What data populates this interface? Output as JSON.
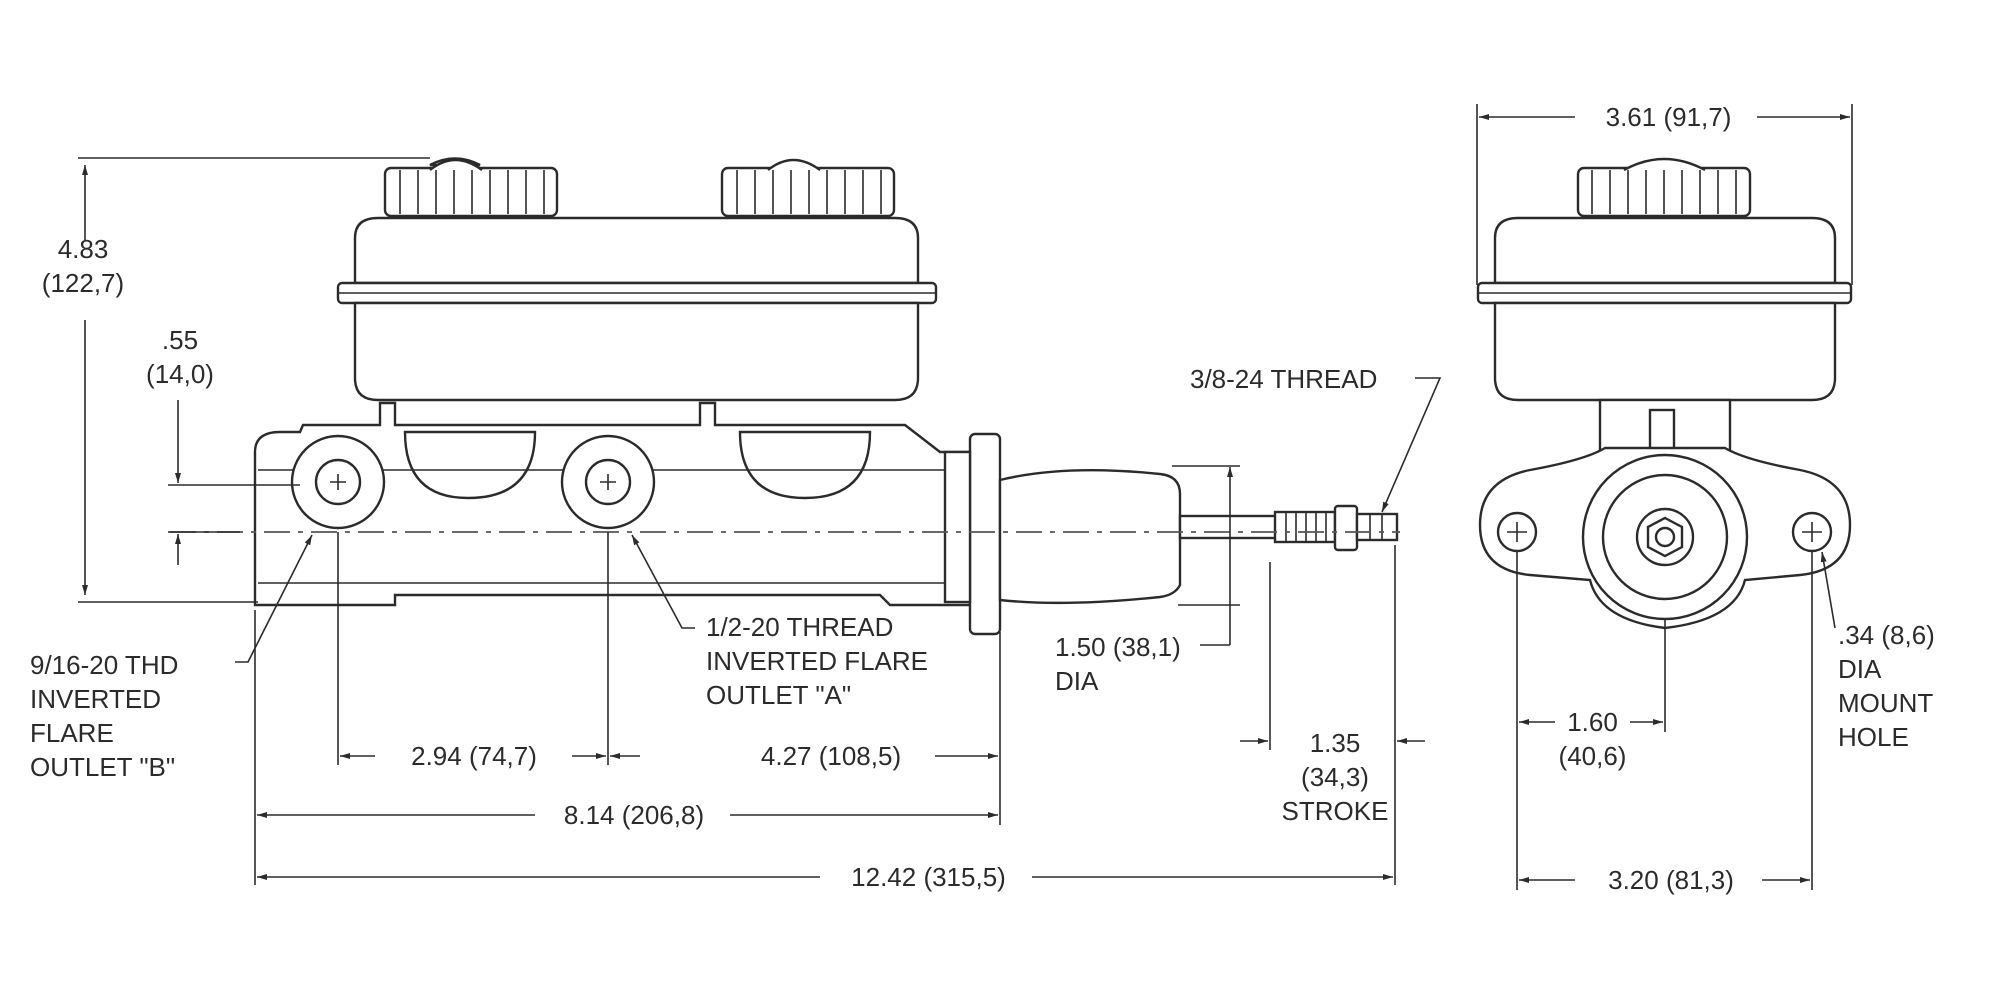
{
  "dimensions": {
    "height_overall": "4.83\n(122,7)",
    "outlet_offset": ".55\n(14,0)",
    "thread_rod": "3/8-24 THREAD",
    "outlet_b": "9/16-20 THD\nINVERTED\nFLARE\nOUTLET \"B\"",
    "outlet_a": "1/2-20 THREAD\nINVERTED FLARE\nOUTLET \"A\"",
    "bore_dia": "1.50 (38,1)\nDIA",
    "stroke": "1.35\n(34,3)\nSTROKE",
    "outlet_spacing": "2.94 (74,7)",
    "outlet_to_flange": "4.27 (108,5)",
    "body_length": "8.14 (206,8)",
    "overall_length": "12.42 (315,5)",
    "side_width": "3.61 (91,7)",
    "mount_hole": ".34 (8,6)\nDIA\nMOUNT\nHOLE",
    "center_to_hole": "1.60\n(40,6)",
    "hole_spacing": "3.20 (81,3)"
  }
}
